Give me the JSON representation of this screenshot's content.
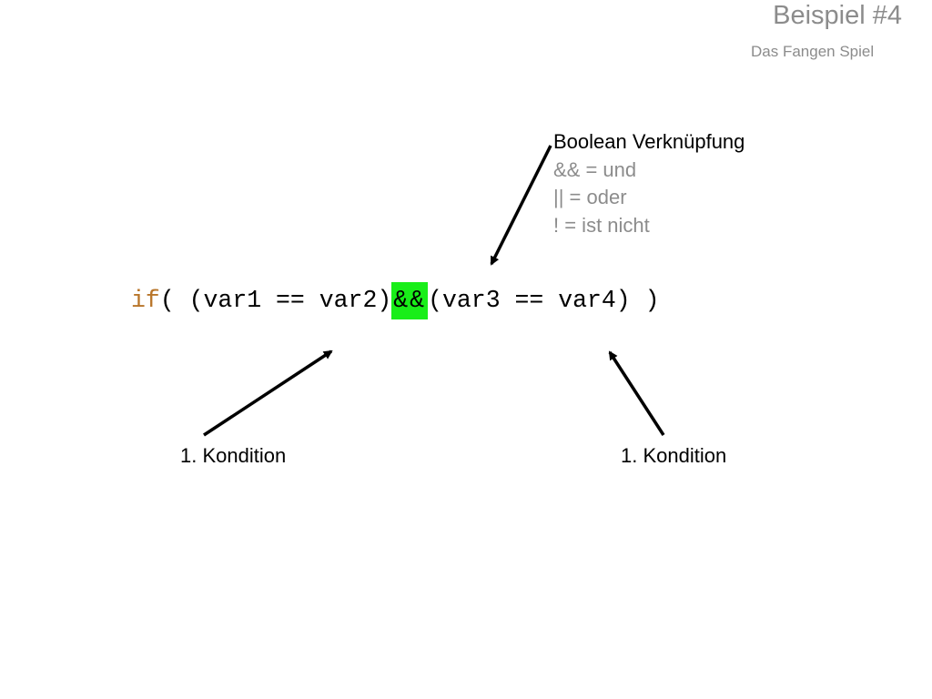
{
  "slide": {
    "title": "Beispiel #4",
    "subtitle": "Das Fangen Spiel"
  },
  "boolean_box": {
    "heading": "Boolean Verknüpfung",
    "lines": [
      "&& = und",
      "|| = oder",
      "! = ist nicht"
    ]
  },
  "code": {
    "keyword": "if",
    "before": "( (var1 == var2)",
    "operator": "&&",
    "after": "(var3 == var4) )"
  },
  "labels": {
    "left": "1. Kondition",
    "right": "1. Kondition"
  },
  "colors": {
    "keyword": "#b8752a",
    "highlight": "#19ee19",
    "muted_text": "#8c8c8c",
    "arrow": "#000000"
  }
}
